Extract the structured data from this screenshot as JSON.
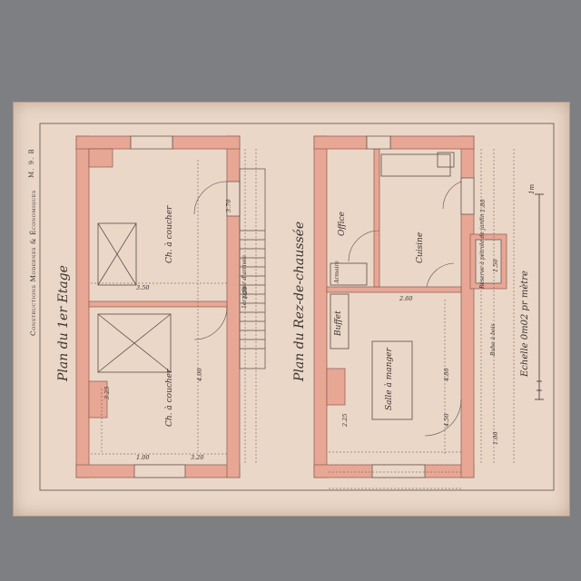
{
  "plate_number": "M. 9. B",
  "series_title": "Constructions Modernes & Économiques",
  "plans": [
    {
      "title": "Plan du 1er Etage",
      "rooms": [
        "Ch. à coucher",
        "Ch. à coucher"
      ],
      "stair_label": "1er palier d'arrivée"
    },
    {
      "title": "Plan du Rez-de-chaussée",
      "rooms": [
        "Office",
        "Cuisine",
        "Buffet",
        "Salle à manger",
        "Armoire",
        "Réserve à pétrole de jardin",
        "Buhe à bois"
      ]
    }
  ],
  "scale_text": "Echelle 0m02 pr mètre",
  "scale_unit": "1m",
  "dimensions_left": [
    "3.70",
    "1.20",
    "3.50",
    "4.00",
    "3.25",
    "1.00",
    "3.20"
  ],
  "dimensions_right": [
    "4.80",
    "4.50",
    "2.60",
    "2.25",
    "1.80",
    "1.50",
    "1.00"
  ],
  "colors": {
    "mat": "#7d7f82",
    "paper": "#ead7c8",
    "walls": "#e8a795",
    "ink": "#3a3230"
  }
}
